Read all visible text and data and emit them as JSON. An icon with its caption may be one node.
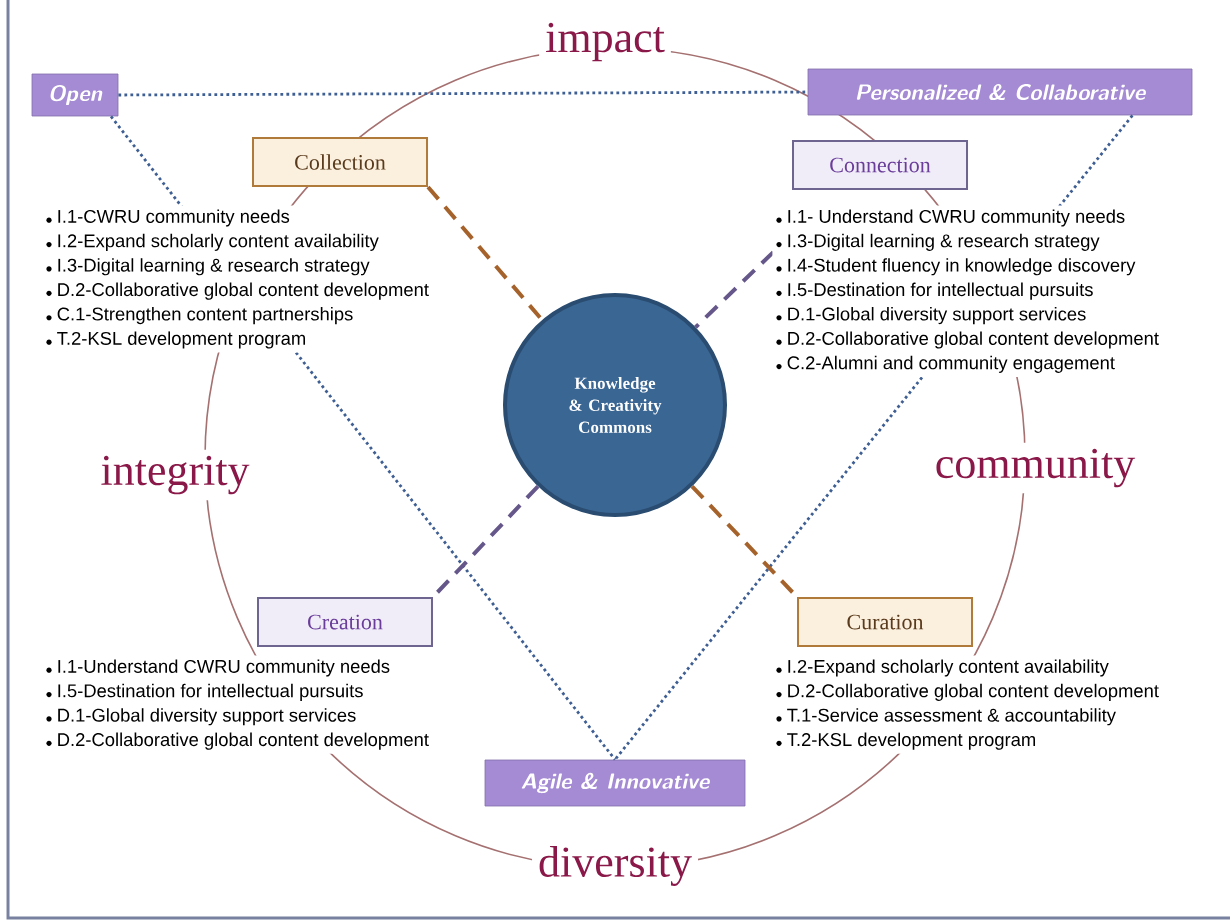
{
  "diagram": {
    "nodes": [
      {
        "text": [
          "Open"
        ]
      },
      {
        "text": [
          "Personalized & Collaborative"
        ]
      },
      {
        "text": [
          "Collection"
        ],
        "beside": [
          "I.1-CWRU community needs",
          "I.2-Expand scholarly content availability",
          "I.3-Digital learning & research strategy",
          "D.2-Collaborative global content development",
          "C.1-Strengthen content partnerships",
          "T.2-KSL development program"
        ]
      },
      {
        "text": [
          "Connection"
        ],
        "beside": [
          "I.1- Understand CWRU community needs",
          "I.3-Digital learning & research strategy",
          "I.4-Student fluency in knowledge discovery",
          "I.5-Destination for intellectual pursuits",
          "D.1-Global diversity support services",
          "D.2-Collaborative global content development",
          "C.2-Alumni and community engagement"
        ]
      },
      {
        "text": [
          "Knowledge & Creativity Commons"
        ]
      },
      {
        "text": [
          "Creation"
        ],
        "beside": [
          "I.1-Understand CWRU community needs",
          "I.5-Destination for intellectual pursuits",
          "D.1-Global diversity support services",
          "D.2-Collaborative global content development"
        ]
      },
      {
        "text": [
          "Curation"
        ],
        "beside": [
          "I.2-Expand scholarly content availability",
          "D.2-Collaborative global content development",
          "T.1-Service assessment & accountability",
          "T.2-KSL development program"
        ]
      },
      {
        "text": [
          "Agile & Innovative"
        ]
      }
    ],
    "edges": [
      {
        "from": 0,
        "to": 1,
        "arrow": "none",
        "color": "#3f5f93"
      },
      {
        "from": 0,
        "to": 7,
        "arrow": "none",
        "color": "#3f5f93"
      },
      {
        "from": 1,
        "to": 7,
        "arrow": "none",
        "color": "#3f5f93"
      },
      {
        "from": 2,
        "to": 4,
        "arrow": "none",
        "style": "dashed",
        "color": "#a5622a"
      },
      {
        "from": 4,
        "to": 6,
        "arrow": "none",
        "style": "dashed",
        "color": "#a5622a"
      },
      {
        "from": 3,
        "to": 4,
        "arrow": "none",
        "style": "dashed",
        "color": "#65578a"
      },
      {
        "from": 4,
        "to": 5,
        "arrow": "none",
        "style": "dashed",
        "color": "#65578a"
      }
    ],
    "labels": [
      "impact",
      "integrity",
      "community",
      "diversity"
    ]
  }
}
